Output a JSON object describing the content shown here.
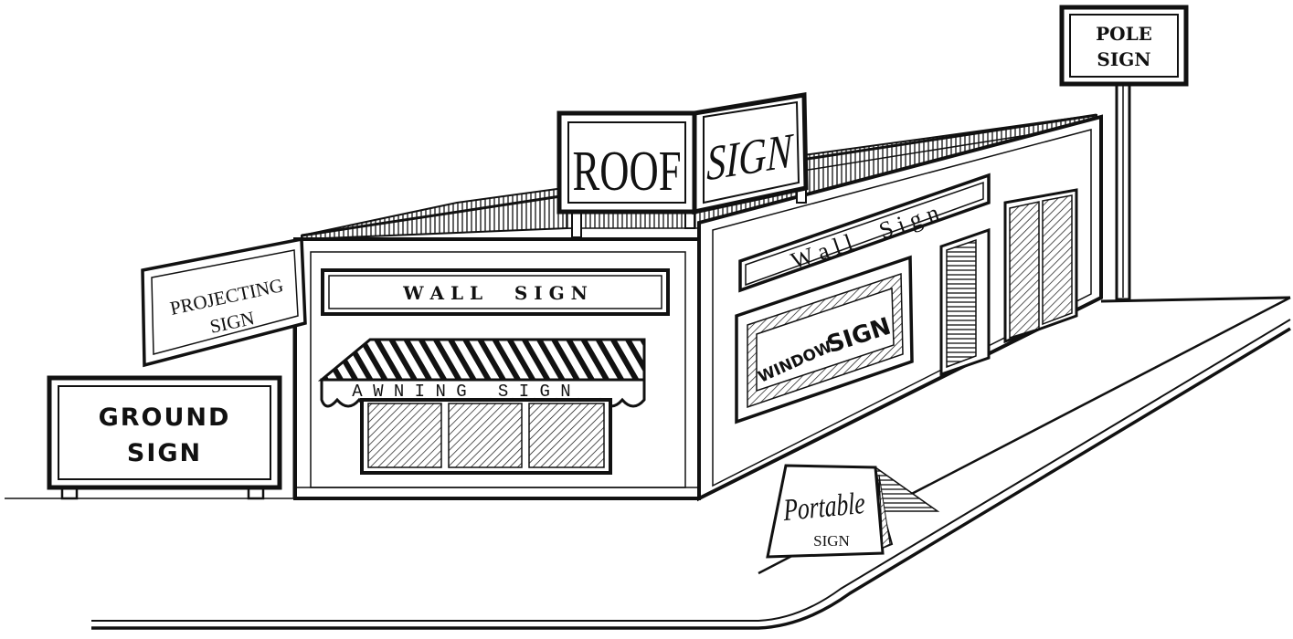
{
  "labels": {
    "pole_line1": "POLE",
    "pole_line2": "SIGN",
    "roof_left": "ROOF",
    "roof_right": "SIGN",
    "projecting_line1": "PROJECTING",
    "projecting_line2": "SIGN",
    "ground_line1": "GROUND",
    "ground_line2": "SIGN",
    "wall_sign_front": "W A L L     S I G N",
    "awning_sign": "A W N I N G   S I G N",
    "wall_sign_side": "W a l l     S i g n",
    "window_word1": "WINDOW",
    "window_word2": "SIGN",
    "portable_line1": "Portable",
    "portable_line2": "SIGN"
  },
  "colors": {
    "ink": "#111111",
    "paper": "#ffffff"
  }
}
